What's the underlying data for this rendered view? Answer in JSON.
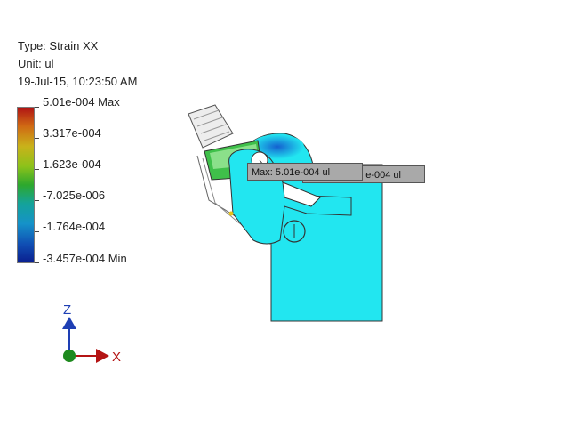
{
  "result_info": {
    "type_line": "Type: Strain XX",
    "unit_line": "Unit: ul",
    "timestamp": "19-Jul-15, 10:23:50 AM"
  },
  "legend": {
    "labels": [
      "5.01e-004 Max",
      "3.317e-004",
      "1.623e-004",
      "-7.025e-006",
      "-1.764e-004",
      "-3.457e-004 Min"
    ],
    "colors": [
      "#b01414",
      "#c9b21a",
      "#2da82d",
      "#14a39a",
      "#104fb4",
      "#0a1f8f"
    ]
  },
  "probes": {
    "max_label": "Max: 5.01e-004 ul",
    "back_label_visible": "e-004 ul"
  },
  "triad": {
    "z": "Z",
    "x": "X",
    "z_color": "#1e3fb4",
    "x_color": "#b41414",
    "origin_color": "#1e8a1e"
  },
  "model_colors": {
    "body": "#22e6f0",
    "hot": "#2db82d",
    "knob": "#e8e8e8"
  }
}
